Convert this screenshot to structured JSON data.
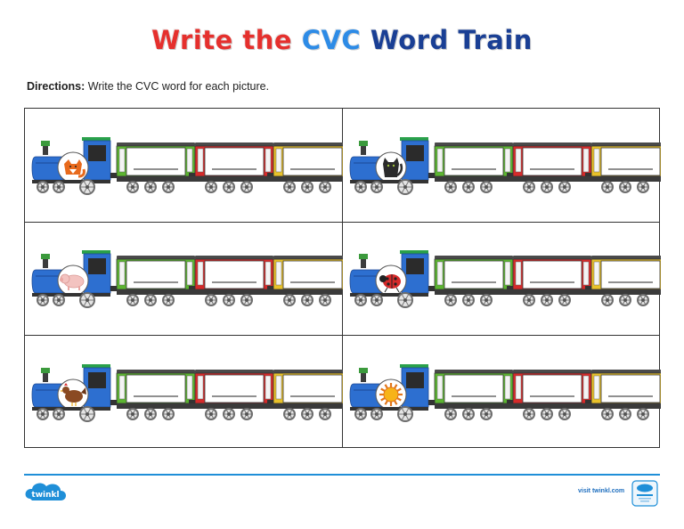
{
  "title": {
    "part1": "Write the",
    "part2": "CVC",
    "part3": "Word Train"
  },
  "directions": {
    "label": "Directions:",
    "text": " Write the CVC word for each picture."
  },
  "pictures": [
    {
      "name": "fox-icon",
      "color": "#e86a1c"
    },
    {
      "name": "cat-icon",
      "color": "#2b2b2b"
    },
    {
      "name": "pig-icon",
      "color": "#f3c3c0"
    },
    {
      "name": "bug-icon",
      "color": "#d62a2a"
    },
    {
      "name": "hen-icon",
      "color": "#8a4a22"
    },
    {
      "name": "sun-icon",
      "color": "#f7b318"
    }
  ],
  "car_colors": [
    "#5cb531",
    "#d62a2a",
    "#e8c22a"
  ],
  "engine_colors": {
    "body": "#2d6fd0",
    "cab_roof": "#2aa14a",
    "chimney": "#3b9a3c"
  },
  "footer": {
    "brand": "twinkl",
    "visit_text": "visit twinkl.com"
  }
}
